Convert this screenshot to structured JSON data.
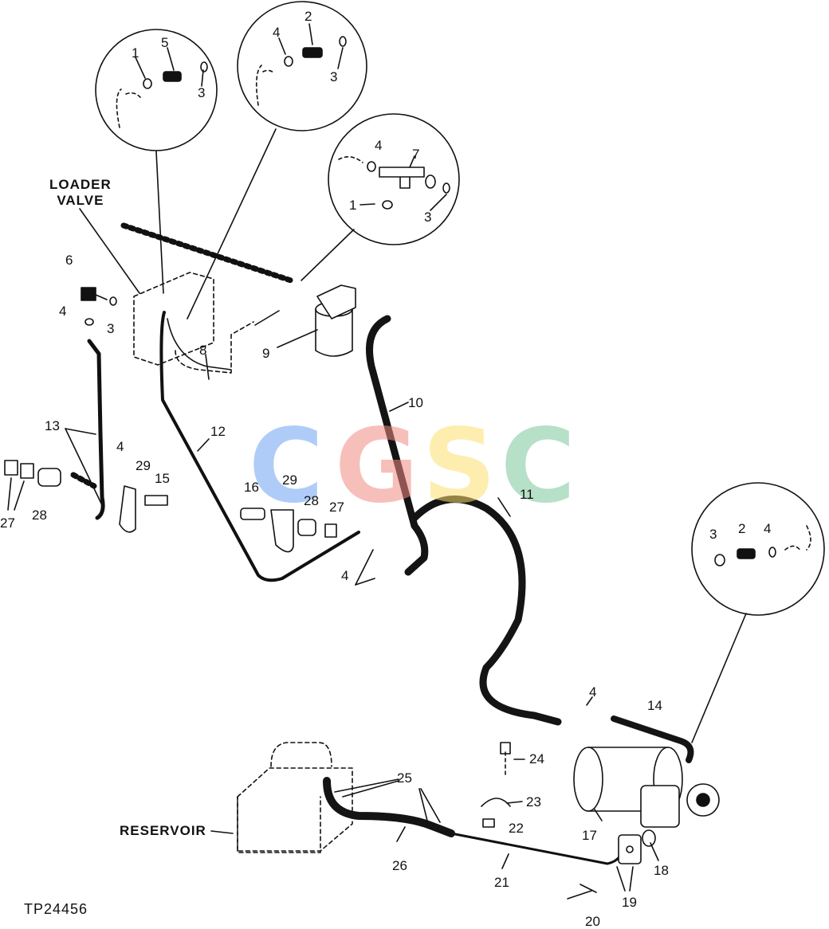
{
  "figure_id": "TP24456",
  "component_labels": {
    "loader_valve": "LOADER\nVALVE",
    "reservoir": "RESERVOIR"
  },
  "part_numbers": {
    "p1a": "1",
    "p5": "5",
    "p3a": "3",
    "p2a": "2",
    "p4a": "4",
    "p3b": "3",
    "p4b": "4",
    "p7": "7",
    "p1b": "1",
    "p3c": "3",
    "p6": "6",
    "p4c": "4",
    "p3d": "3",
    "p8": "8",
    "p9": "9",
    "p10": "10",
    "p11": "11",
    "p12": "12",
    "p13": "13",
    "p4d": "4",
    "p29a": "29",
    "p15": "15",
    "p27a": "27",
    "p28a": "28",
    "p16": "16",
    "p29b": "29",
    "p28b": "28",
    "p27b": "27",
    "p4e": "4",
    "p3e": "3",
    "p2b": "2",
    "p4f": "4",
    "p4g": "4",
    "p14": "14",
    "p24": "24",
    "p25": "25",
    "p23": "23",
    "p22": "22",
    "p17": "17",
    "p26": "26",
    "p21": "21",
    "p18": "18",
    "p19": "19",
    "p20": "20"
  },
  "watermark": {
    "letters": [
      "C",
      "G",
      "S",
      "C"
    ],
    "colors": [
      "#6fa4f5",
      "#f28b82",
      "#fce16f",
      "#7cc79a"
    ]
  },
  "colors": {
    "ink": "#111111",
    "hose": "#141414"
  }
}
